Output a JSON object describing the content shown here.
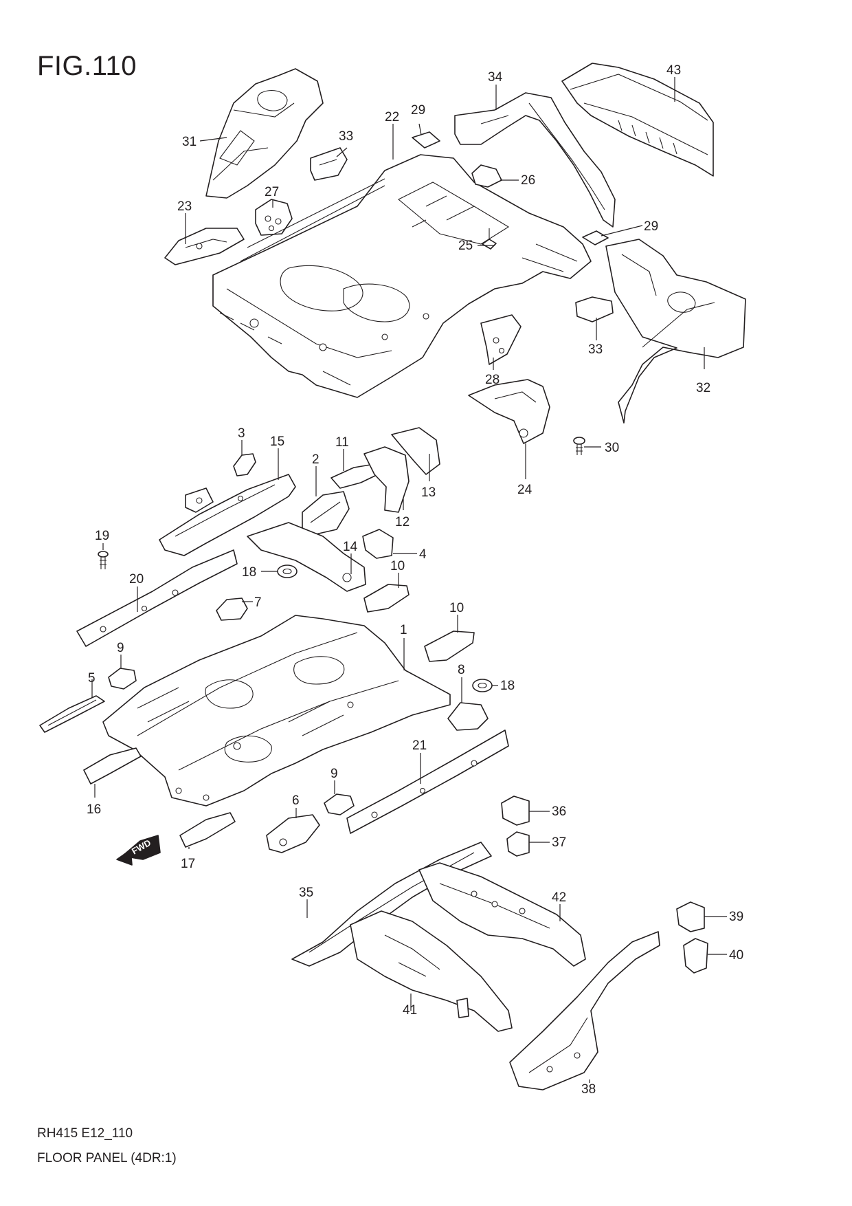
{
  "figure": {
    "title": "FIG.110",
    "code": "RH415 E12_110",
    "name": "FLOOR PANEL (4DR:1)"
  },
  "fwd_marker": "FWD",
  "callouts": [
    "1",
    "2",
    "3",
    "4",
    "5",
    "6",
    "7",
    "8",
    "9",
    "9",
    "10",
    "10",
    "11",
    "12",
    "13",
    "14",
    "15",
    "16",
    "17",
    "18",
    "18",
    "19",
    "20",
    "21",
    "22",
    "23",
    "24",
    "25",
    "26",
    "27",
    "28",
    "29",
    "29",
    "30",
    "31",
    "32",
    "33",
    "33",
    "34",
    "35",
    "36",
    "37",
    "38",
    "39",
    "40",
    "41",
    "42",
    "43"
  ]
}
